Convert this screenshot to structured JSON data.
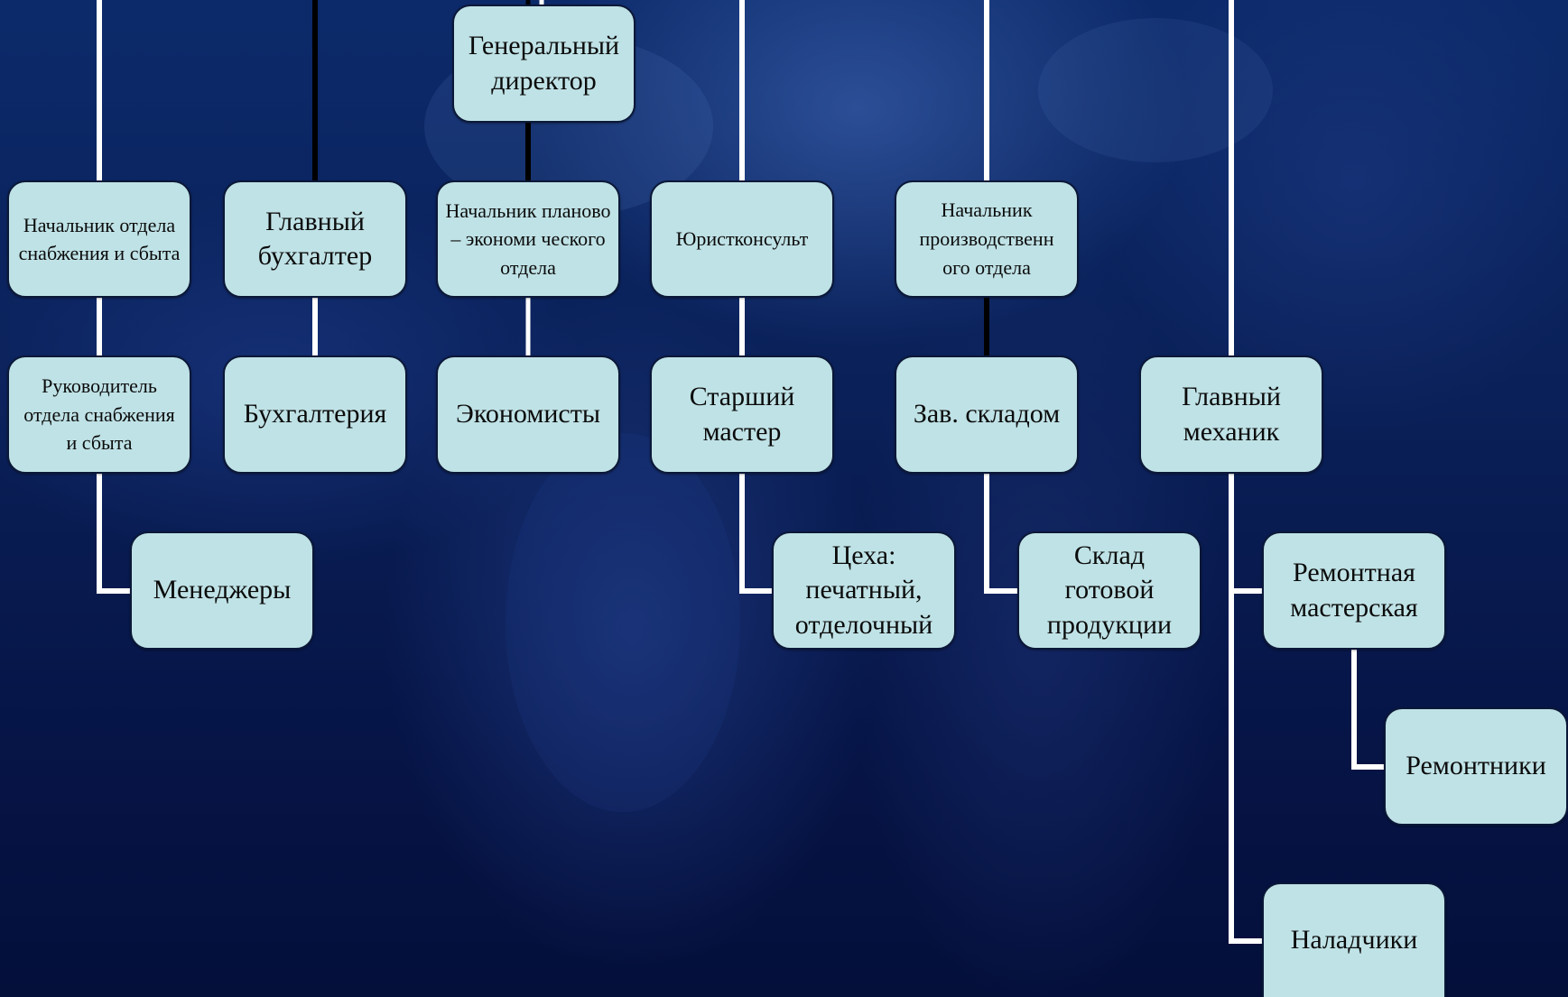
{
  "org_chart": {
    "nodes": [
      {
        "id": "gen-director",
        "label": "Генеральный директор",
        "parent": null
      },
      {
        "id": "head-supply",
        "label": "Начальник отдела снабжения и сбыта",
        "parent": "gen-director"
      },
      {
        "id": "chief-accountant",
        "label": "Главный бухгалтер",
        "parent": "gen-director"
      },
      {
        "id": "head-planning",
        "label": "Начальник планово – экономи ческого отдела",
        "parent": "gen-director"
      },
      {
        "id": "legal-counsel",
        "label": "Юристконсульт",
        "parent": "gen-director"
      },
      {
        "id": "head-production",
        "label": "Начальник производственн ого отдела",
        "parent": "gen-director"
      },
      {
        "id": "supply-manager",
        "label": "Руководитель отдела снабжения и сбыта",
        "parent": "head-supply"
      },
      {
        "id": "accounting",
        "label": "Бухгалтерия",
        "parent": "chief-accountant"
      },
      {
        "id": "economists",
        "label": "Экономисты",
        "parent": "head-planning"
      },
      {
        "id": "senior-master",
        "label": "Старший мастер",
        "parent": "legal-counsel"
      },
      {
        "id": "warehouse-head",
        "label": "Зав. складом",
        "parent": "head-production"
      },
      {
        "id": "chief-mechanic",
        "label": "Главный механик",
        "parent": "gen-director"
      },
      {
        "id": "managers",
        "label": "Менеджеры",
        "parent": "supply-manager"
      },
      {
        "id": "workshops",
        "label": "Цеха: печатный, отделочный",
        "parent": "senior-master"
      },
      {
        "id": "finished-goods",
        "label": "Склад готовой продукции",
        "parent": "warehouse-head"
      },
      {
        "id": "repair-shop",
        "label": "Ремонтная мастерская",
        "parent": "chief-mechanic"
      },
      {
        "id": "repairmen",
        "label": "Ремонтники",
        "parent": "repair-shop"
      },
      {
        "id": "adjusters",
        "label": "Наладчики",
        "parent": "chief-mechanic"
      }
    ]
  },
  "colors": {
    "node_fill": "#bfe2e6",
    "node_border": "#0b1838",
    "connector_light": "#ffffff",
    "connector_dark": "#000000"
  }
}
